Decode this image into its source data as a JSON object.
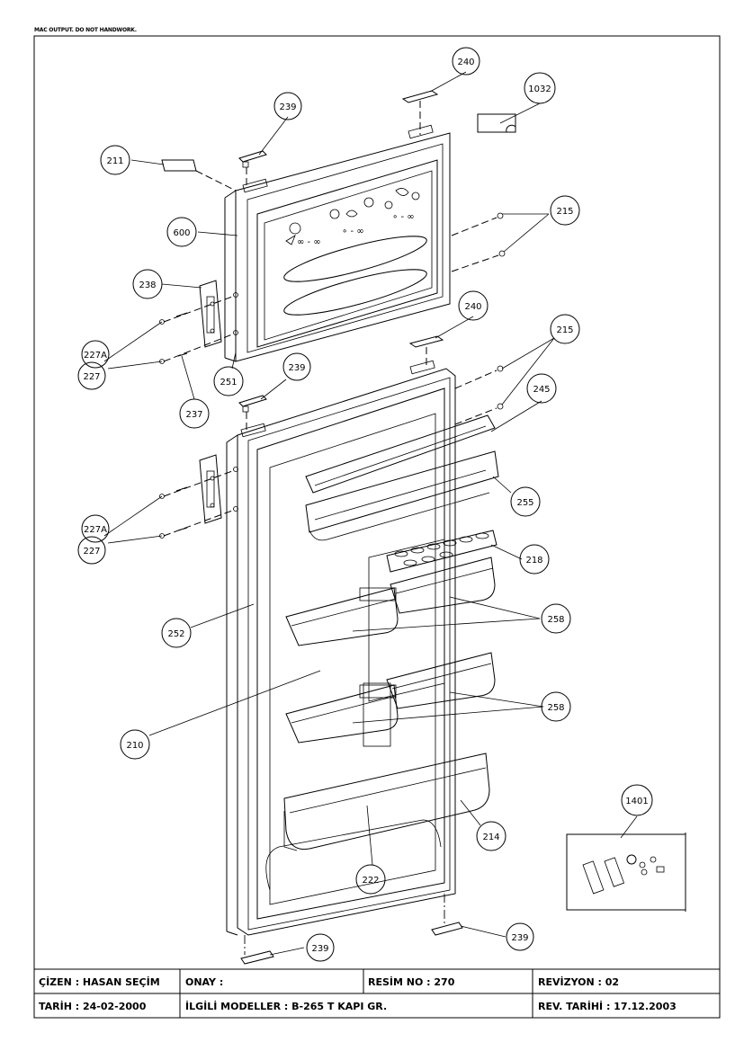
{
  "header_note": "MAC OUTPUT. DO NOT HANDWORK.",
  "callouts": {
    "c240a": "240",
    "c1032": "1032",
    "c239a": "239",
    "c211": "211",
    "c600": "600",
    "c215a": "215",
    "c238": "238",
    "c227Aa": "227A",
    "c227a": "227",
    "c251": "251",
    "c240b": "240",
    "c215b": "215",
    "c239b": "239",
    "c245": "245",
    "c237": "237",
    "c255": "255",
    "c227Ab": "227A",
    "c227b": "227",
    "c218": "218",
    "c258a": "258",
    "c252": "252",
    "c258b": "258",
    "c210": "210",
    "c1401": "1401",
    "c214": "214",
    "c222": "222",
    "c239c": "239",
    "c239d": "239"
  },
  "panel_marks": {
    "ff1": "∞ - ∞",
    "ff2": "∘ - ∞",
    "ff3": "∘ - ∞"
  },
  "title_block": {
    "cizen": "ÇİZEN :  HASAN SEÇİM",
    "onay": "ONAY :",
    "resim_no": "RESİM NO :  270",
    "revizyon": "REVİZYON :  02",
    "tarih": "TARİH :  24-02-2000",
    "ilgili": "İLGİLİ MODELLER :  B-265 T KAPI GR.",
    "rev_tarihi": "REV. TARİHİ : 17.12.2003"
  }
}
